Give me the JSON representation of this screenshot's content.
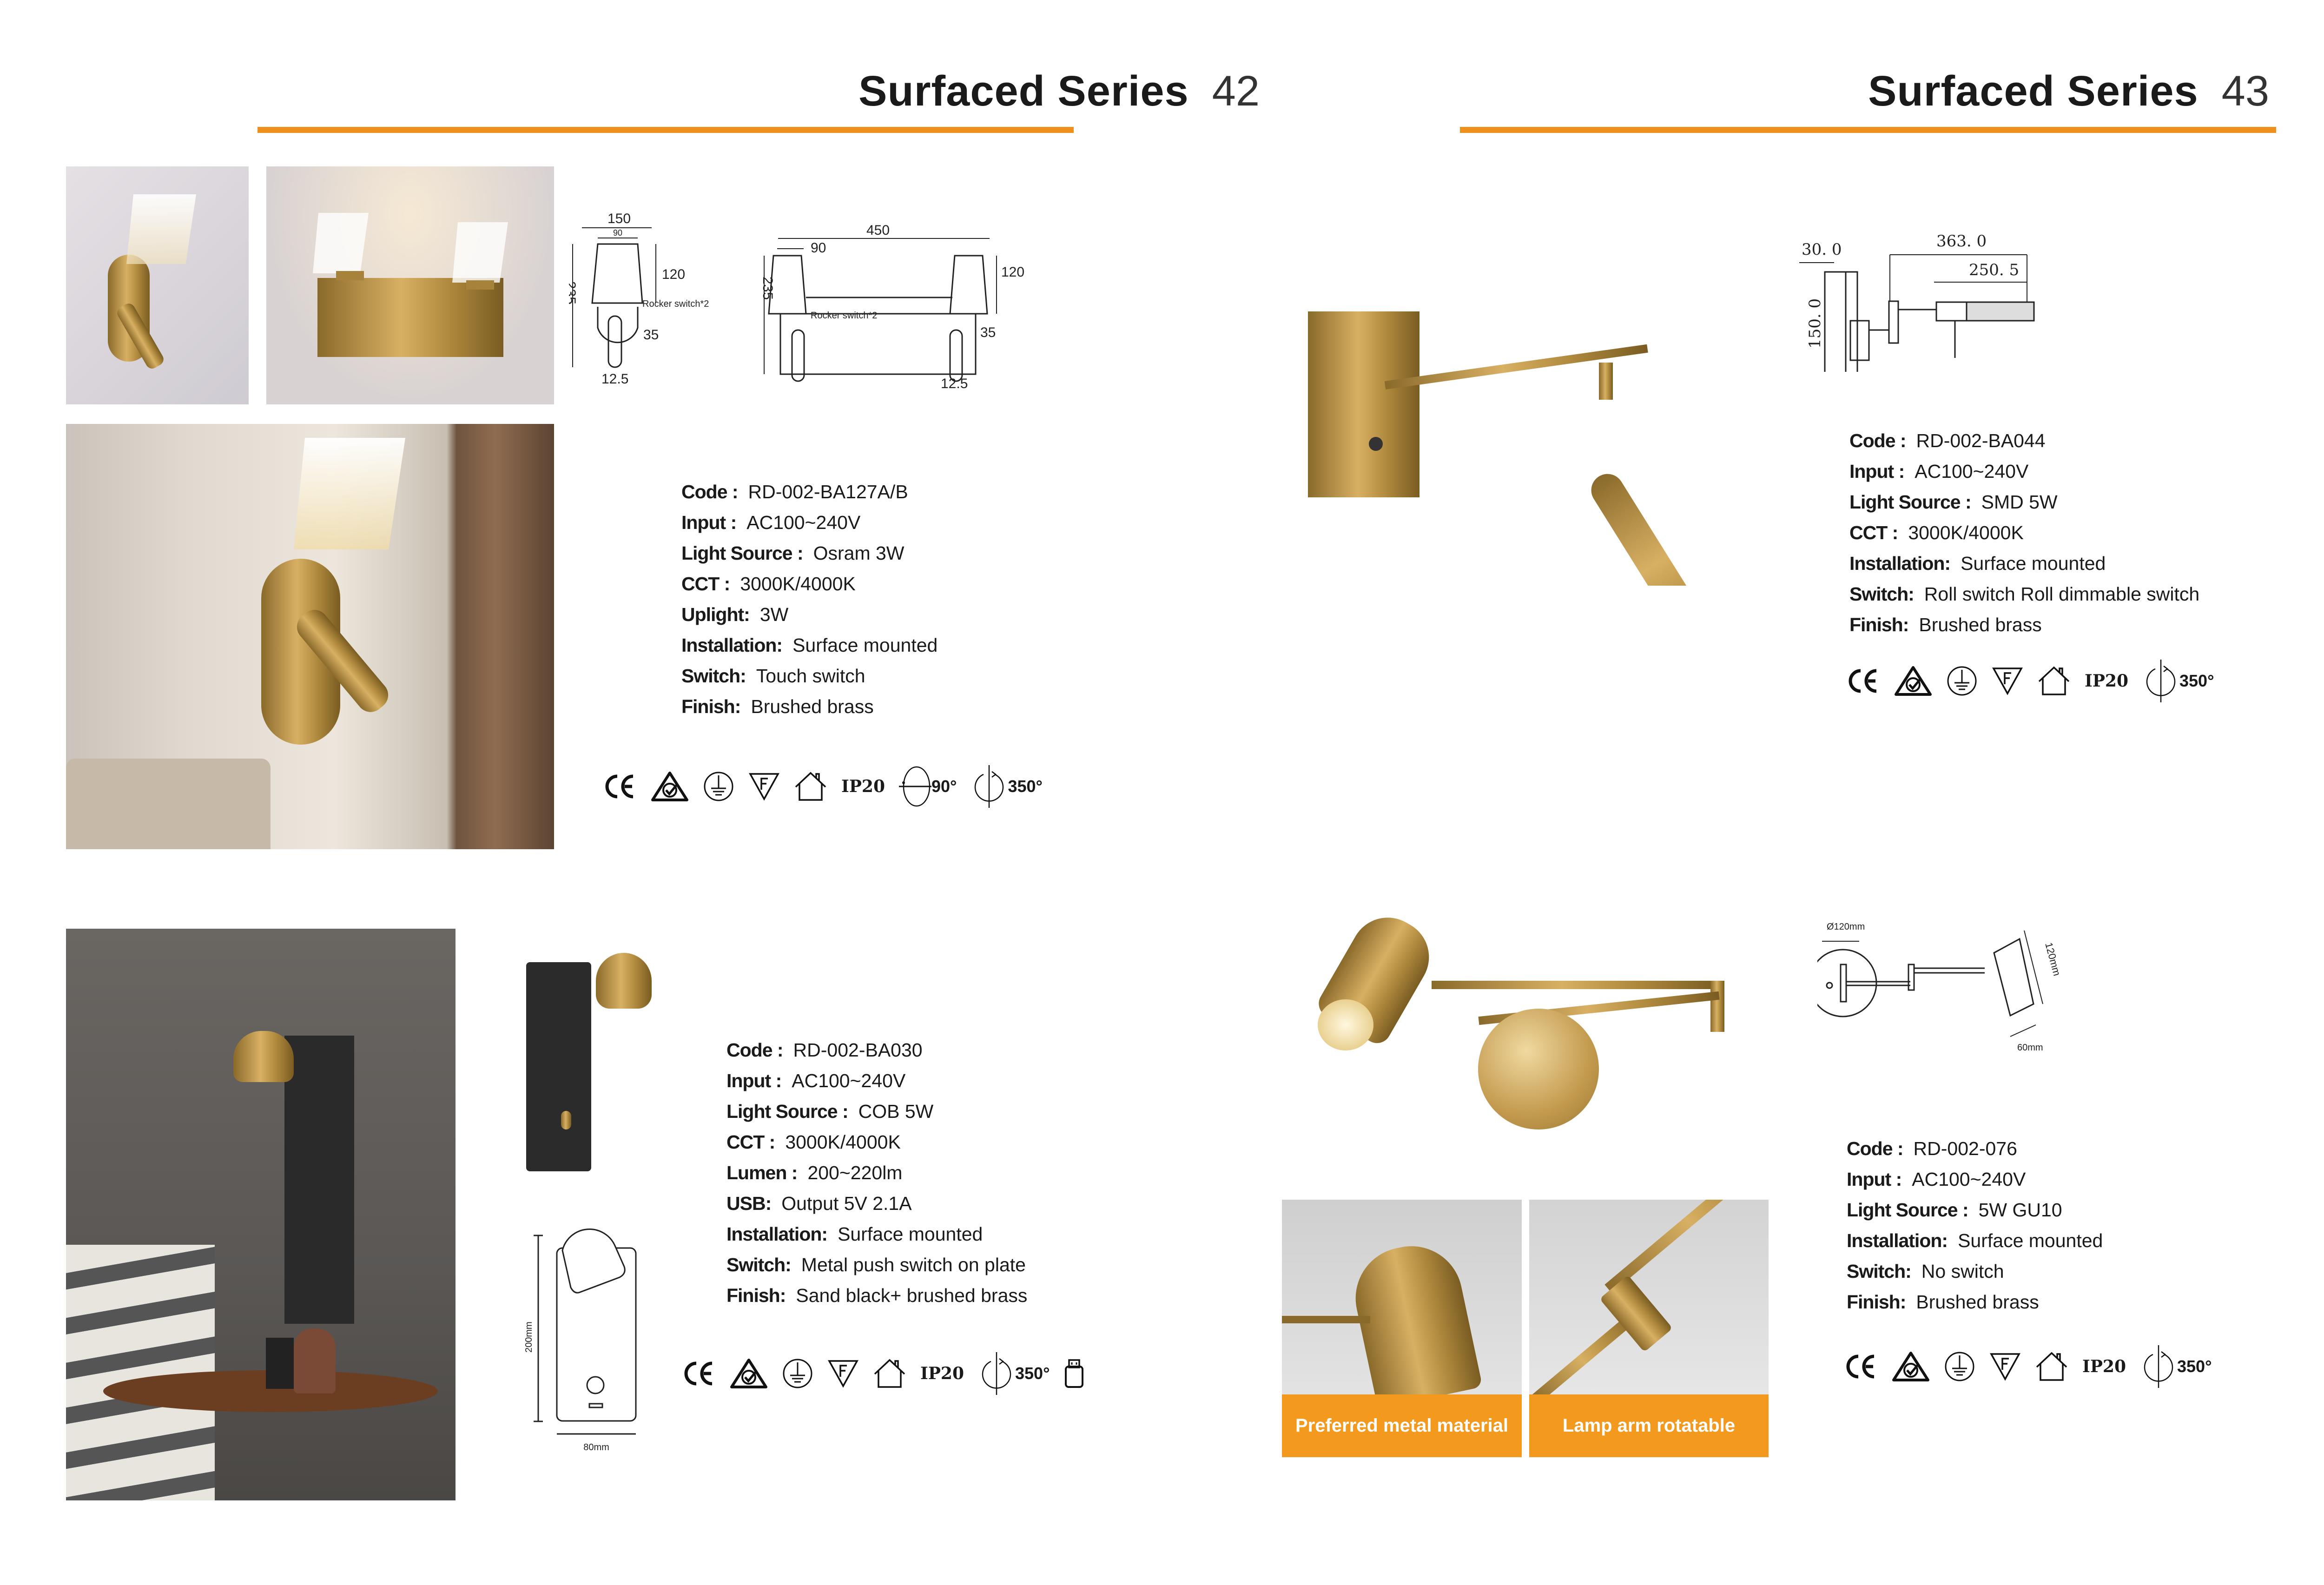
{
  "pages": [
    {
      "title": "Surfaced Series",
      "number": "42"
    },
    {
      "title": "Surfaced Series",
      "number": "43"
    }
  ],
  "colors": {
    "accent": "#f0901c",
    "caption_bg": "#f39a1e",
    "brass": "#c9a052",
    "sand_black": "#2b2b2b"
  },
  "products": [
    {
      "specs": [
        {
          "label": "Code :",
          "value": "RD-002-BA127A/B"
        },
        {
          "label": "Input :",
          "value": "AC100~240V"
        },
        {
          "label": "Light Source :",
          "value": "Osram 3W"
        },
        {
          "label": "CCT :",
          "value": "3000K/4000K"
        },
        {
          "label": "Uplight:",
          "value": "3W"
        },
        {
          "label": "Installation:",
          "value": "Surface mounted"
        },
        {
          "label": "Switch:",
          "value": "Touch switch"
        },
        {
          "label": "Finish:",
          "value": "Brushed brass"
        }
      ],
      "icons": [
        {
          "icon": "ce-mark-icon"
        },
        {
          "icon": "rcm-mark-icon"
        },
        {
          "icon": "earth-ground-icon"
        },
        {
          "icon": "f-mark-icon"
        },
        {
          "icon": "indoor-house-icon"
        },
        {
          "icon": "ip-rating",
          "text": "IP20"
        },
        {
          "icon": "tilt-rotation-icon",
          "text": "90°"
        },
        {
          "icon": "rotation-icon",
          "text": "350°"
        }
      ],
      "diagram": {
        "single_width": "150",
        "shade_top": "90",
        "shade_height": "120",
        "total_height": "235",
        "switch_label": "Rocker switch*2",
        "switch_height": "35",
        "switch_width": "12.5",
        "double_width": "450"
      }
    },
    {
      "specs": [
        {
          "label": "Code :",
          "value": "RD-002-BA044"
        },
        {
          "label": "Input :",
          "value": "AC100~240V"
        },
        {
          "label": "Light Source :",
          "value": "SMD 5W"
        },
        {
          "label": "CCT :",
          "value": "3000K/4000K"
        },
        {
          "label": "Installation:",
          "value": "Surface mounted"
        },
        {
          "label": "Switch:",
          "value": "Roll switch Roll dimmable switch"
        },
        {
          "label": "Finish:",
          "value": "Brushed brass"
        }
      ],
      "icons": [
        {
          "icon": "ce-mark-icon"
        },
        {
          "icon": "rcm-mark-icon"
        },
        {
          "icon": "earth-ground-icon"
        },
        {
          "icon": "f-mark-icon"
        },
        {
          "icon": "indoor-house-icon"
        },
        {
          "icon": "ip-rating",
          "text": "IP20"
        },
        {
          "icon": "rotation-icon",
          "text": "350°"
        }
      ],
      "diagram": {
        "depth": "30. 0",
        "height": "150. 0",
        "arm_length": "363. 0",
        "head_length": "250. 5"
      }
    },
    {
      "specs": [
        {
          "label": "Code :",
          "value": "RD-002-BA030"
        },
        {
          "label": "Input :",
          "value": "AC100~240V"
        },
        {
          "label": "Light Source :",
          "value": "COB 5W"
        },
        {
          "label": "CCT :",
          "value": "3000K/4000K"
        },
        {
          "label": "Lumen :",
          "value": "200~220lm"
        },
        {
          "label": "USB:",
          "value": "Output  5V  2.1A"
        },
        {
          "label": "Installation:",
          "value": "Surface mounted"
        },
        {
          "label": "Switch:",
          "value": "Metal push switch on plate"
        },
        {
          "label": "Finish:",
          "value": "Sand black+ brushed brass"
        }
      ],
      "icons": [
        {
          "icon": "ce-mark-icon"
        },
        {
          "icon": "rcm-mark-icon"
        },
        {
          "icon": "earth-ground-icon"
        },
        {
          "icon": "f-mark-icon"
        },
        {
          "icon": "indoor-house-icon"
        },
        {
          "icon": "ip-rating",
          "text": "IP20"
        },
        {
          "icon": "rotation-icon",
          "text": "350°"
        },
        {
          "icon": "usb-icon"
        }
      ],
      "diagram": {
        "height": "200mm",
        "width": "80mm"
      }
    },
    {
      "specs": [
        {
          "label": "Code :",
          "value": "RD-002-076"
        },
        {
          "label": "Input :",
          "value": "AC100~240V"
        },
        {
          "label": "Light Source :",
          "value": "5W GU10"
        },
        {
          "label": "Installation:",
          "value": "Surface mounted"
        },
        {
          "label": "Switch:",
          "value": "No switch"
        },
        {
          "label": "Finish:",
          "value": "Brushed brass"
        }
      ],
      "icons": [
        {
          "icon": "ce-mark-icon"
        },
        {
          "icon": "rcm-mark-icon"
        },
        {
          "icon": "earth-ground-icon"
        },
        {
          "icon": "f-mark-icon"
        },
        {
          "icon": "indoor-house-icon"
        },
        {
          "icon": "ip-rating",
          "text": "IP20"
        },
        {
          "icon": "rotation-icon",
          "text": "350°"
        }
      ],
      "diagram": {
        "plate_diameter": "Ø120mm",
        "head_length": "120mm",
        "head_width": "60mm"
      },
      "captions": [
        "Preferred metal material",
        "Lamp arm rotatable"
      ]
    }
  ]
}
